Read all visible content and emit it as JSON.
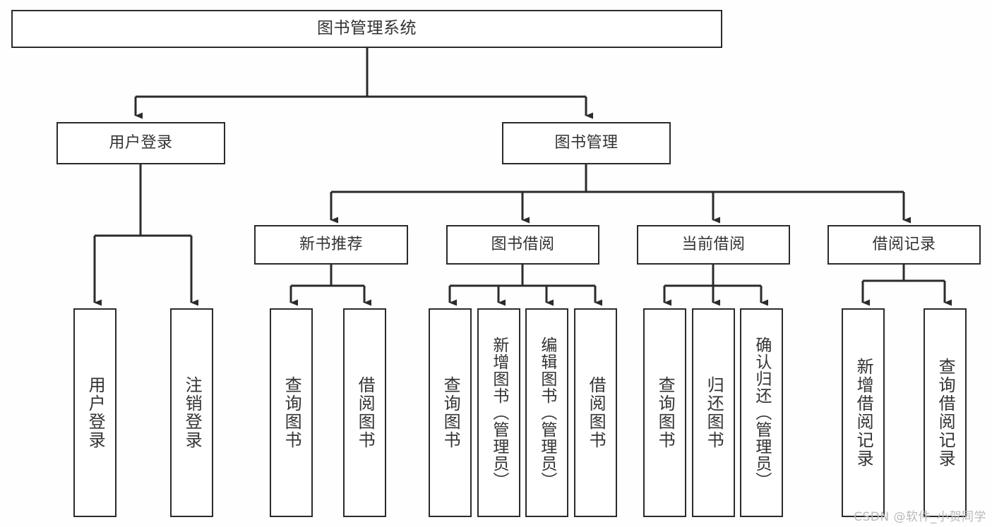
{
  "diagram": {
    "title": "图书管理系统",
    "type": "hierarchy-tree",
    "watermark": "CSDN @软件_小贺同学",
    "colors": {
      "line": "#2b2b2b",
      "box_border": "#2b2b2b",
      "box_fill": "#ffffff",
      "text": "#333333",
      "background": "#fefefe",
      "watermark": "#b9b9b9"
    },
    "levels": {
      "root": {
        "label": "图书管理系统"
      },
      "level2": [
        {
          "label": "用户登录"
        },
        {
          "label": "图书管理"
        }
      ],
      "level3": [
        {
          "label": "新书推荐"
        },
        {
          "label": "图书借阅"
        },
        {
          "label": "当前借阅"
        },
        {
          "label": "借阅记录"
        }
      ],
      "leaves": {
        "user_login": [
          {
            "label": "用户登录"
          },
          {
            "label": "注销登录"
          }
        ],
        "new_book_recommend": [
          {
            "label": "查询图书"
          },
          {
            "label": "借阅图书"
          }
        ],
        "book_borrow": [
          {
            "label": "查询图书"
          },
          {
            "label": "新增图书（管理员）"
          },
          {
            "label": "编辑图书（管理员）"
          },
          {
            "label": "借阅图书"
          }
        ],
        "current_borrow": [
          {
            "label": "查询图书"
          },
          {
            "label": "归还图书"
          },
          {
            "label": "确认归还（管理员）"
          }
        ],
        "borrow_record": [
          {
            "label": "新增借阅记录"
          },
          {
            "label": "查询借阅记录"
          }
        ]
      }
    }
  }
}
